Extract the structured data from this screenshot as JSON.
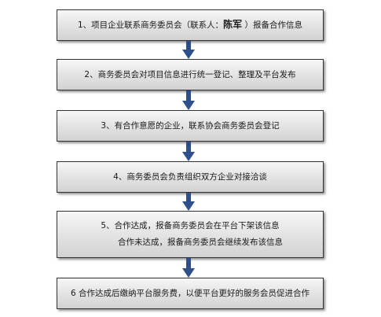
{
  "steps": [
    {
      "segments": [
        {
          "text": "1、项目企业联系商务委员会（联系人："
        },
        {
          "text": "陈军",
          "bold": true
        },
        {
          "text": "  ）报备合作信息"
        }
      ]
    },
    {
      "segments": [
        {
          "text": "2、商务委员会对项目信息进行统一登记、整理及平台发布"
        }
      ]
    },
    {
      "segments": [
        {
          "text": "3、有合作意愿的企业，联系协会商务委员会登记"
        }
      ]
    },
    {
      "segments": [
        {
          "text": "4、商务委员会负责组织双方企业对接洽谈"
        }
      ]
    },
    {
      "segments": [
        {
          "text": "5、合作达成，报备商务委员会在平台下架该信息"
        }
      ],
      "line2": "合作未达成，报备商务委员会继续发布该信息"
    },
    {
      "segments": [
        {
          "text": "6  合作达成后缴纳平台服务费，以便平台更好的服务会员促进合作"
        }
      ]
    }
  ],
  "arrow_color": "#2e4f8c"
}
